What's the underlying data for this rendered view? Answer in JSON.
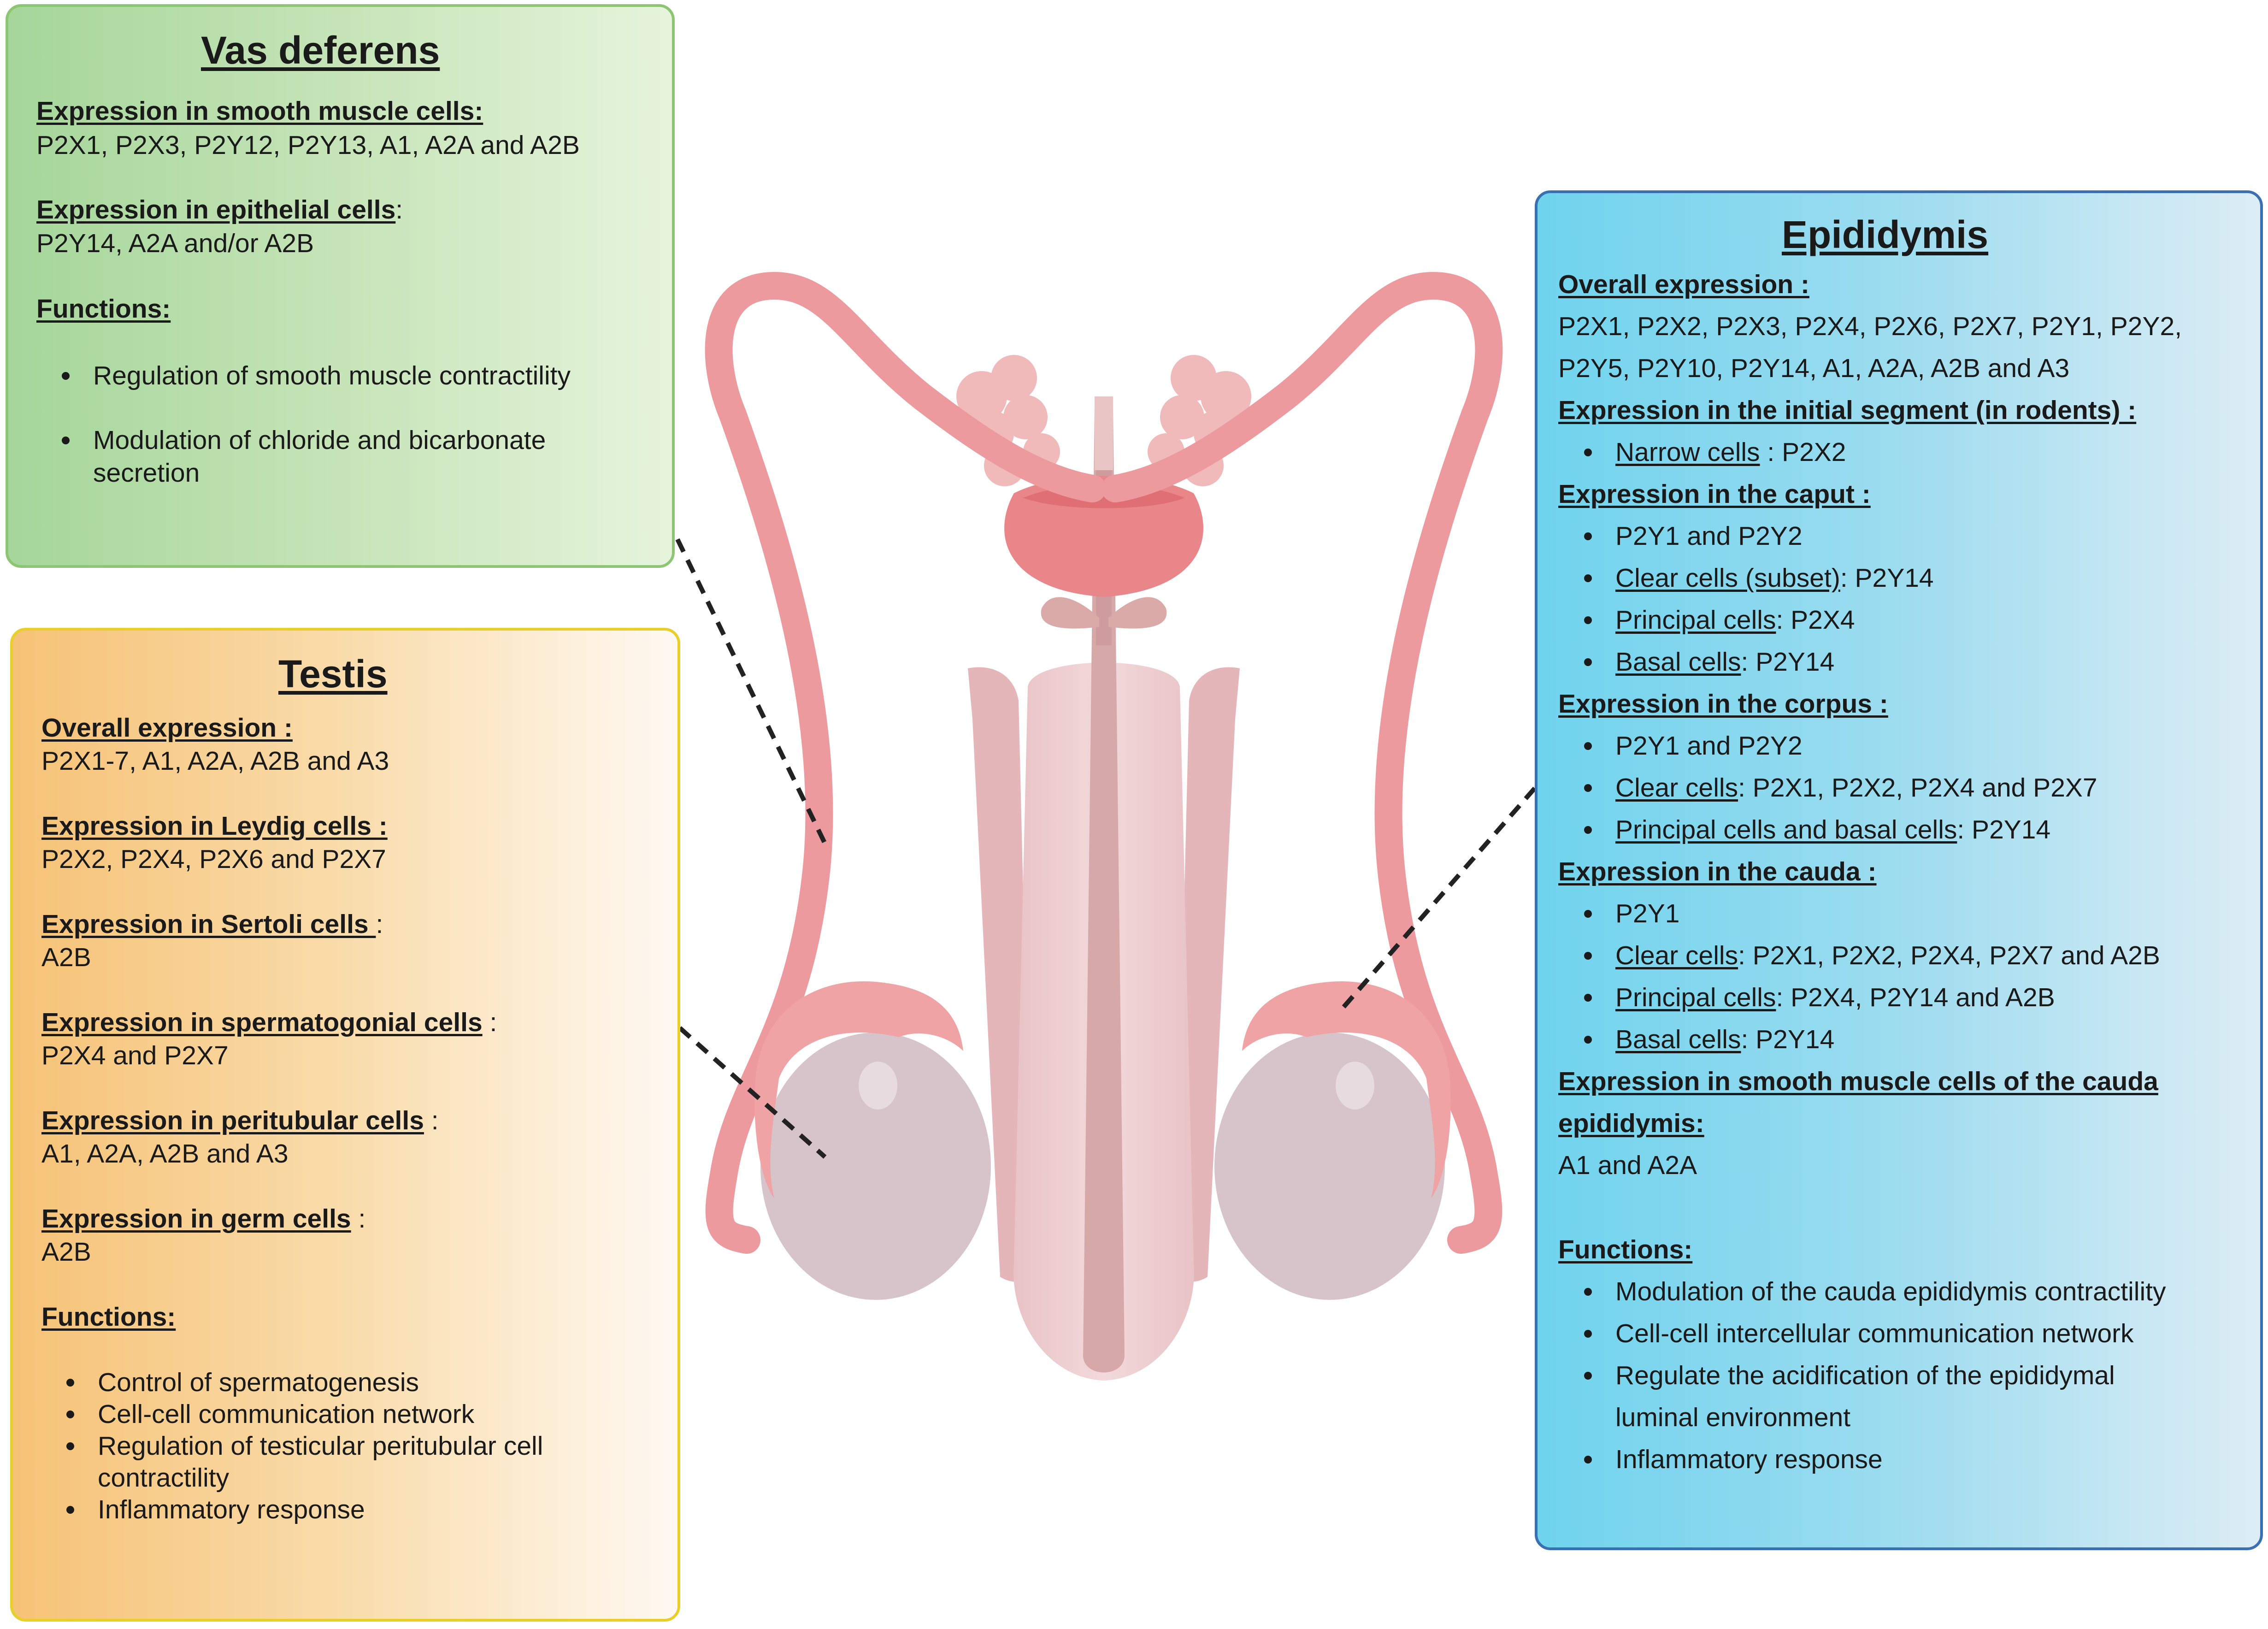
{
  "vas_deferens": {
    "title": "Vas deferens",
    "smooth_heading": "Expression in smooth muscle cells:",
    "smooth_list": "P2X1, P2X3, P2Y12, P2Y13,  A1, A2A and A2B",
    "epithelial_heading": "Expression in epithelial cells",
    "epithelial_colon": ":",
    "epithelial_list": "P2Y14, A2A and/or A2B",
    "functions_heading": "Functions:",
    "functions": [
      "Regulation of smooth muscle contractility",
      "Modulation of chloride and bicarbonate",
      "secretion"
    ]
  },
  "testis": {
    "title": "Testis",
    "overall_heading": "Overall expression :",
    "overall_list": "P2X1-7, A1, A2A, A2B and A3",
    "leydig_heading": "Expression in Leydig cells :",
    "leydig_list": "P2X2, P2X4, P2X6 and P2X7",
    "sertoli_heading": "Expression in Sertoli cells ",
    "sertoli_colon": ":",
    "sertoli_list": "A2B",
    "spermatogonial_heading": "Expression in spermatogonial cells",
    "spermatogonial_colon": " :",
    "spermatogonial_list": "P2X4 and P2X7",
    "peritubular_heading": "Expression in peritubular cells",
    "peritubular_colon": " :",
    "peritubular_list": "A1, A2A, A2B and A3",
    "germ_heading": "Expression in germ cells",
    "germ_colon": " :",
    "germ_list": "A2B",
    "functions_heading": "Functions:",
    "functions": [
      "Control of spermatogenesis",
      "Cell-cell communication network",
      "Regulation of testicular peritubular cell",
      "contractility",
      "Inflammatory response"
    ]
  },
  "epididymis": {
    "title": "Epididymis",
    "overall_heading": "Overall expression :",
    "overall_line1": "P2X1, P2X2, P2X3, P2X4, P2X6, P2X7, P2Y1, P2Y2,",
    "overall_line2": "P2Y5, P2Y10,  P2Y14, A1, A2A, A2B and A3",
    "initial_heading": "Expression in the initial segment (in rodents) :",
    "initial_items": [
      {
        "cell": "Narrow cells",
        "value": " : P2X2"
      }
    ],
    "caput_heading": "Expression in the caput :",
    "caput_plain": "P2Y1 and P2Y2",
    "caput_items": [
      {
        "cell": "Clear cells (subset)",
        "value": ": P2Y14"
      },
      {
        "cell": "Principal cells",
        "value": ": P2X4"
      },
      {
        "cell": "Basal cells",
        "value": ": P2Y14"
      }
    ],
    "corpus_heading": "Expression in the corpus :",
    "corpus_plain": "P2Y1 and P2Y2",
    "corpus_items": [
      {
        "cell": "Clear cells",
        "value": ": P2X1, P2X2, P2X4 and P2X7"
      },
      {
        "cell": "Principal cells and basal cells",
        "value": ": P2Y14"
      }
    ],
    "cauda_heading": "Expression in the cauda :",
    "cauda_plain": "P2Y1",
    "cauda_items": [
      {
        "cell": "Clear cells",
        "value": ": P2X1, P2X2, P2X4, P2X7 and A2B"
      },
      {
        "cell": "Principal cells",
        "value": ": P2X4, P2Y14 and A2B"
      },
      {
        "cell": "Basal cells",
        "value": ": P2Y14"
      }
    ],
    "smooth_heading_line1": "Expression in smooth muscle cells of the cauda ",
    "smooth_heading_line2": "epididymis:",
    "smooth_list": "A1 and A2A",
    "functions_heading": "Functions:",
    "functions": [
      "Modulation of the cauda epididymis contractility",
      "Cell-cell intercellular communication network",
      "Regulate the acidification of the epididymal",
      "luminal environment",
      "Inflammatory response"
    ]
  },
  "colors": {
    "vas_border": "#8cc673",
    "testis_border": "#e8cf2b",
    "epididymis_border": "#3a6fb0",
    "duct": "#ec9a9e",
    "testis_fill": "#d6c4ca"
  }
}
